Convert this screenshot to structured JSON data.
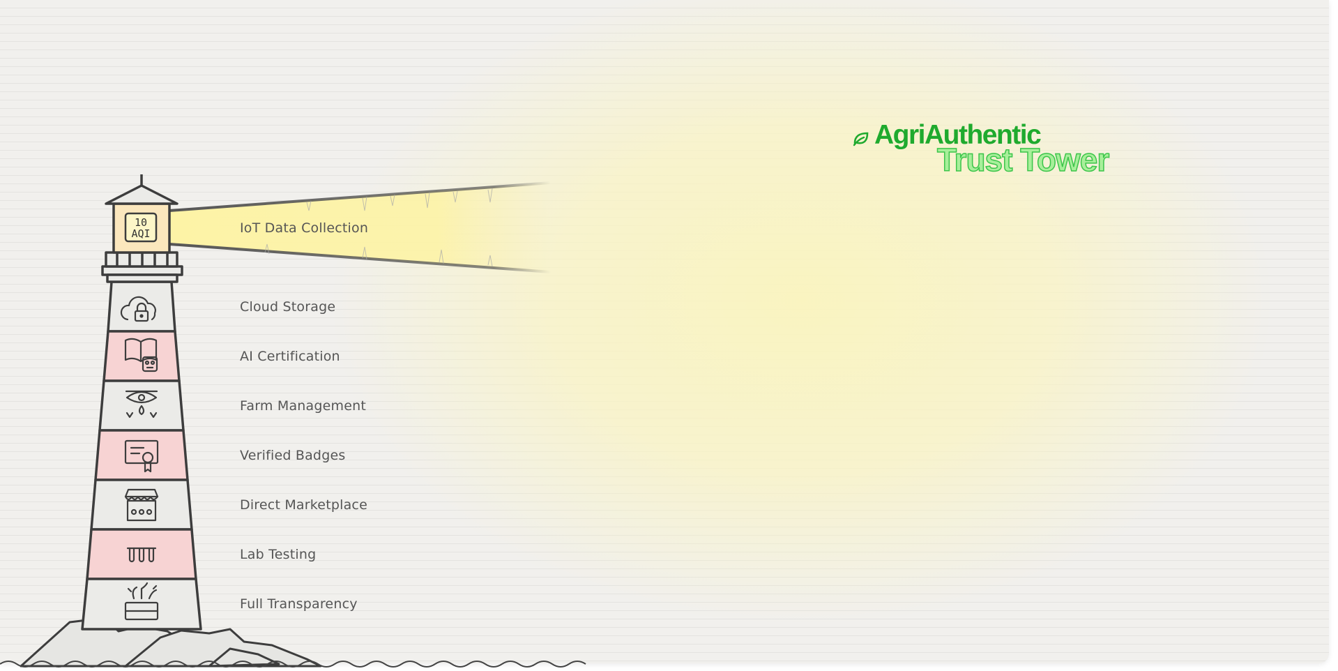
{
  "brand": {
    "name": "AgriAuthentic",
    "subtitle": "Trust Tower",
    "icon": "leaf-icon",
    "colors": {
      "name": "#1faa2e",
      "subtitle_fill": "#a8ef9a",
      "subtitle_stroke": "#3cc54a"
    }
  },
  "lantern": {
    "top_value": "10",
    "bottom_value": "AQI"
  },
  "layers": [
    {
      "label": "IoT Data Collection",
      "icon": "aqi-sensor-icon"
    },
    {
      "label": "Cloud Storage",
      "icon": "cloud-lock-icon"
    },
    {
      "label": "AI Certification",
      "icon": "book-robot-icon"
    },
    {
      "label": "Farm Management",
      "icon": "eye-water-icon"
    },
    {
      "label": "Verified Badges",
      "icon": "certificate-icon"
    },
    {
      "label": "Direct Marketplace",
      "icon": "storefront-icon"
    },
    {
      "label": "Lab Testing",
      "icon": "test-tubes-icon"
    },
    {
      "label": "Full Transparency",
      "icon": "crate-sprout-icon"
    }
  ],
  "colors": {
    "stripe_red": "#f7d3d3",
    "stripe_grey": "#ebebe8",
    "beam": "#fdf3a6",
    "ink": "#3d3d3d"
  }
}
